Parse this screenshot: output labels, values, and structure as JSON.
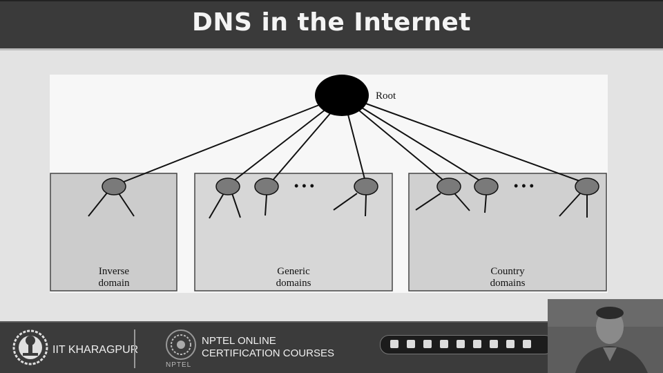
{
  "slide": {
    "title": "DNS in the Internet"
  },
  "diagram": {
    "root_label": "Root",
    "ellipsis": "• • •",
    "domains": [
      {
        "line1": "Inverse",
        "line2": "domain"
      },
      {
        "line1": "Generic",
        "line2": "domains"
      },
      {
        "line1": "Country",
        "line2": "domains"
      }
    ]
  },
  "footer": {
    "institute": "IIT KHARAGPUR",
    "nptel_line1": "NPTEL ONLINE",
    "nptel_line2": "CERTIFICATION COURSES",
    "nptel_sub": "NPTEL"
  },
  "icons": {
    "iit_logo": "iit-kharagpur-logo-icon",
    "nptel_logo": "nptel-logo-icon"
  },
  "colors": {
    "title_bar": "#3a3a3a",
    "footer": "#3b3b3b",
    "node_fill": "#7a7a7a",
    "domain_box": "#cccccc"
  }
}
